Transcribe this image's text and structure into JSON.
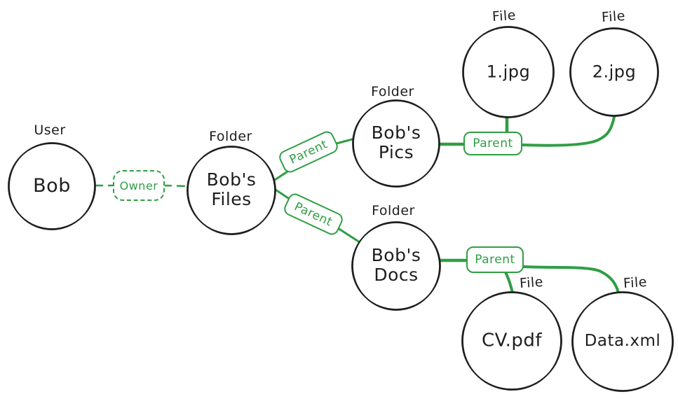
{
  "diagram": {
    "background": "#ffffff",
    "colors": {
      "node_stroke": "#1e1e1e",
      "text": "#1e1e1e",
      "relationship_green": "#2f9e44"
    },
    "nodes": {
      "bob": {
        "type": "User",
        "label": "Bob"
      },
      "bobs_files": {
        "type": "Folder",
        "label_line1": "Bob's",
        "label_line2": "Files"
      },
      "bobs_pics": {
        "type": "Folder",
        "label_line1": "Bob's",
        "label_line2": "Pics"
      },
      "bobs_docs": {
        "type": "Folder",
        "label_line1": "Bob's",
        "label_line2": "Docs"
      },
      "jpg1": {
        "type": "File",
        "label": "1.jpg"
      },
      "jpg2": {
        "type": "File",
        "label": "2.jpg"
      },
      "cv_pdf": {
        "type": "File",
        "label": "CV.pdf"
      },
      "data_xml": {
        "type": "File",
        "label": "Data.xml"
      }
    },
    "edge_labels": {
      "owner": "Owner",
      "parent_files_pics": "Parent",
      "parent_files_docs": "Parent",
      "parent_pics_children": "Parent",
      "parent_docs_children": "Parent"
    }
  }
}
